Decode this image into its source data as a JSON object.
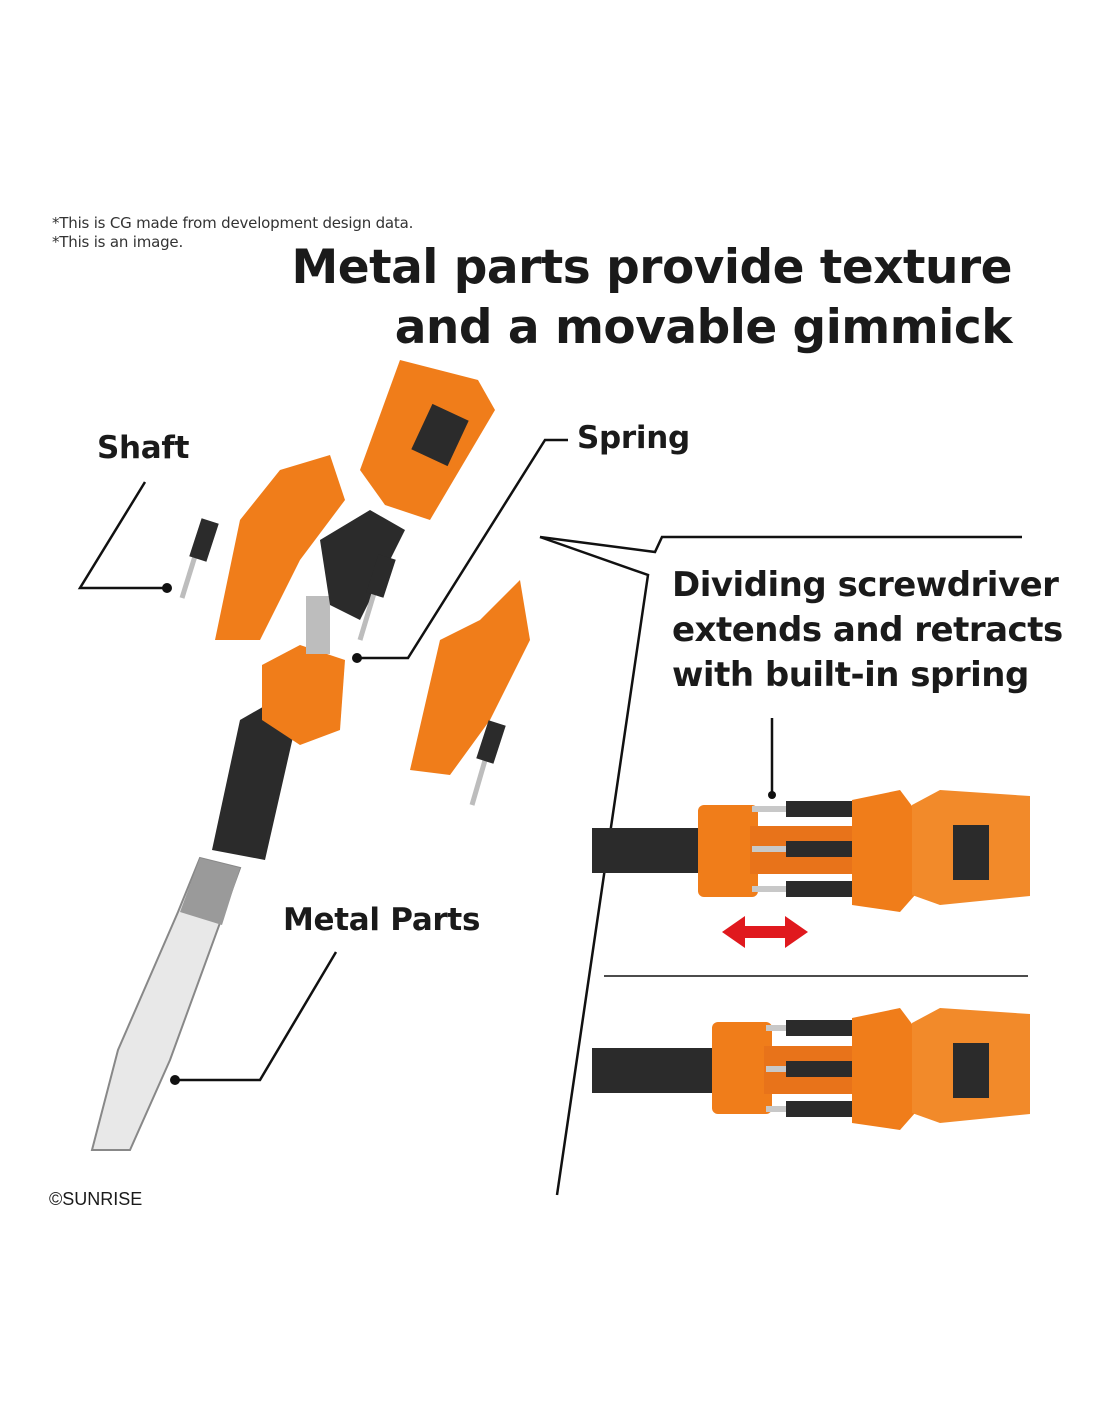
{
  "notes": [
    "*This is CG made from development design data.",
    "*This is an image."
  ],
  "title": {
    "line1": "Metal parts provide texture",
    "line2": "and a movable gimmick"
  },
  "labels": {
    "shaft": "Shaft",
    "spring": "Spring",
    "metal_parts": "Metal Parts"
  },
  "description": {
    "line1": "Dividing screwdriver",
    "line2": "extends and retracts",
    "line3": "with built-in spring"
  },
  "copyright": "©SUNRISE",
  "colors": {
    "orange": "#f07d1a",
    "dark": "#2b2b2b",
    "arrow": "#e0191e",
    "metal": "#c8c8c8"
  }
}
